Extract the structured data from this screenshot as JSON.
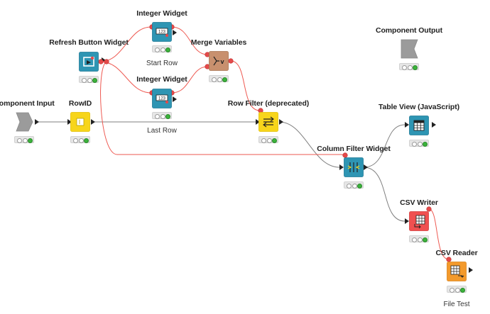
{
  "workflow": {
    "nodes": [
      {
        "id": "component-input",
        "title": "Component Input",
        "label": "",
        "kind": "component-port",
        "color": "#9b9b9b",
        "icon": "component-input-icon"
      },
      {
        "id": "rowid",
        "title": "RowID",
        "label": "",
        "kind": "manipulator",
        "color": "#f7d51b",
        "icon": "rowid-icon"
      },
      {
        "id": "refresh-button-widget",
        "title": "Refresh Button Widget",
        "label": "",
        "kind": "widget",
        "color": "#2e95b3",
        "icon": "refresh-button-icon"
      },
      {
        "id": "integer-widget-1",
        "title": "Integer Widget",
        "label": "Start Row",
        "kind": "widget",
        "color": "#2e95b3",
        "icon": "integer-input-icon"
      },
      {
        "id": "integer-widget-2",
        "title": "Integer Widget",
        "label": "Last Row",
        "kind": "widget",
        "color": "#2e95b3",
        "icon": "integer-input-icon"
      },
      {
        "id": "merge-variables",
        "title": "Merge Variables",
        "label": "",
        "kind": "flow-control",
        "color": "#c8906e",
        "icon": "merge-variables-icon"
      },
      {
        "id": "row-filter",
        "title": "Row Filter (deprecated)",
        "label": "",
        "kind": "manipulator",
        "color": "#f7d51b",
        "icon": "row-filter-icon"
      },
      {
        "id": "component-output",
        "title": "Component Output",
        "label": "",
        "kind": "component-port",
        "color": "#9b9b9b",
        "icon": "component-output-icon"
      },
      {
        "id": "table-view",
        "title": "Table View (JavaScript)",
        "label": "",
        "kind": "view",
        "color": "#2e95b3",
        "icon": "table-view-icon"
      },
      {
        "id": "column-filter-widget",
        "title": "Column Filter Widget",
        "label": "",
        "kind": "widget",
        "color": "#2e95b3",
        "icon": "column-filter-icon"
      },
      {
        "id": "csv-writer",
        "title": "CSV Writer",
        "label": "",
        "kind": "sink",
        "color": "#f05050",
        "icon": "csv-writer-icon"
      },
      {
        "id": "csv-reader",
        "title": "CSV Reader",
        "label": "File Test",
        "kind": "source",
        "color": "#f39a2c",
        "icon": "csv-reader-icon"
      }
    ],
    "colors": {
      "data_connection": "#7f7f7f",
      "variable_connection": "#ee5a52",
      "port_variable": "#e44a4a",
      "status_ok": "#3bb33b"
    }
  }
}
